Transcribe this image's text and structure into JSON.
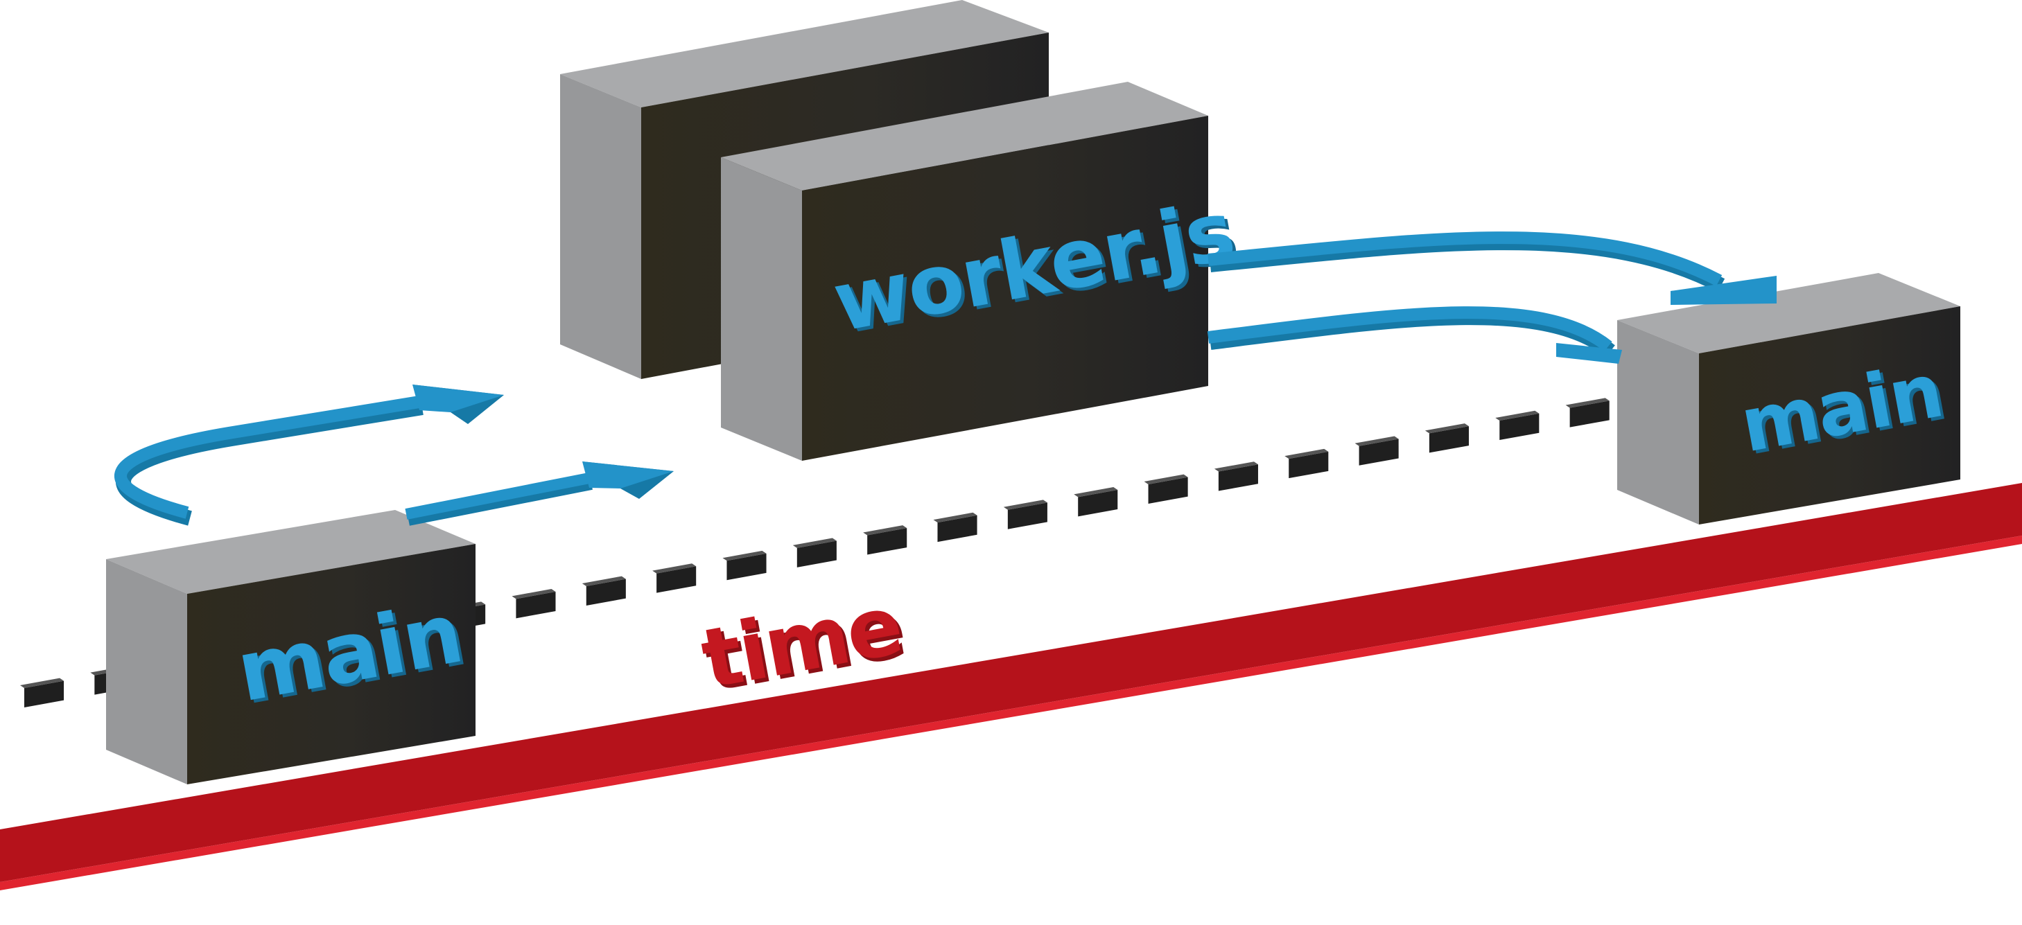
{
  "boxes": {
    "main_start": {
      "label": "main"
    },
    "worker": {
      "label": "worker.js"
    },
    "main_end": {
      "label": "main"
    }
  },
  "axis": {
    "label": "time"
  },
  "colors": {
    "box_front_dark": "#242424",
    "box_front_warm": "#2e2a1f",
    "box_side": "#9b9c9e",
    "box_top": "#a9aaac",
    "arrow": "#2393c9",
    "arrow_dark": "#1679a6",
    "label_blue": "#2b9fd8",
    "label_blue_shadow": "#15678f",
    "timeline_red": "#b5121b",
    "timeline_red_light": "#e0242f",
    "time_label": "#c41820",
    "dash": "#1f1f1f"
  }
}
